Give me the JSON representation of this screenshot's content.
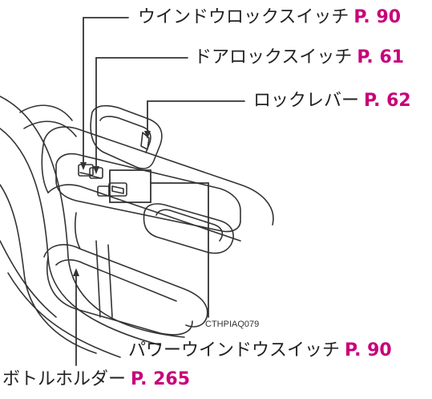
{
  "callouts": [
    {
      "id": "window-lock-switch",
      "text": "ウインドウロックスイッチ",
      "page": "P. 90"
    },
    {
      "id": "door-lock-switch",
      "text": "ドアロックスイッチ",
      "page": "P. 61"
    },
    {
      "id": "lock-lever",
      "text": "ロックレバー",
      "page": "P. 62"
    },
    {
      "id": "power-window-switch",
      "text": "パワーウインドウスイッチ",
      "page": "P. 90"
    },
    {
      "id": "bottle-holder",
      "text": "ボトルホルダー",
      "page": "P. 265"
    }
  ],
  "figure_code": "CTHPIAQ079",
  "colors": {
    "callout": "#c8007a",
    "line": "#333333",
    "text": "#222222"
  }
}
